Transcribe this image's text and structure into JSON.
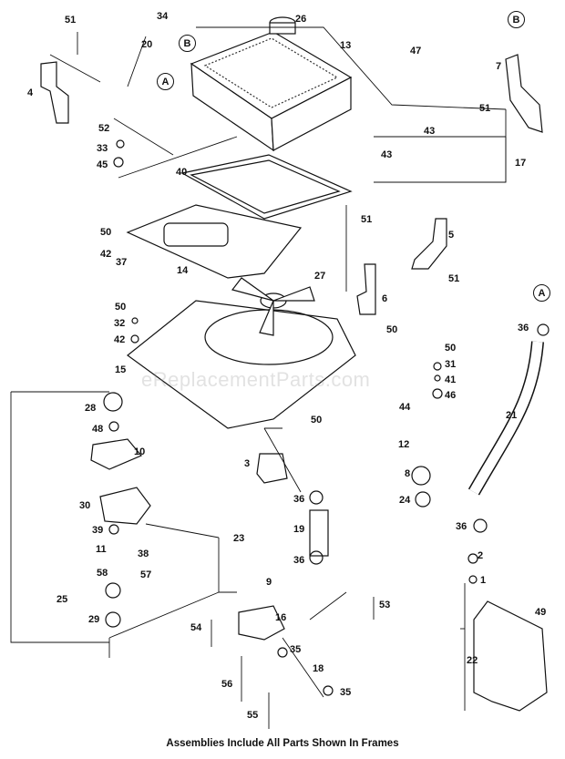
{
  "watermark": "eReplacementParts.com",
  "footer": "Assemblies Include All Parts Shown In Frames",
  "callouts": {
    "a1": "A",
    "a2": "A",
    "b1": "B",
    "b2": "B"
  },
  "parts": {
    "p51a": "51",
    "p34": "34",
    "p26": "26",
    "p20": "20",
    "p13": "13",
    "p47": "47",
    "p7": "7",
    "p4": "4",
    "p52": "52",
    "p51b": "51",
    "p33": "33",
    "p45": "45",
    "p43a": "43",
    "p43b": "43",
    "p17": "17",
    "p40": "40",
    "p51c": "51",
    "p50a": "50",
    "p42a": "42",
    "p37": "37",
    "p14": "14",
    "p5": "5",
    "p51d": "51",
    "p27": "27",
    "p6": "6",
    "p50b": "50",
    "p32": "32",
    "p42b": "42",
    "p50c": "50",
    "p36a": "36",
    "p15": "15",
    "p50d": "50",
    "p31": "31",
    "p41": "41",
    "p46": "46",
    "p28": "28",
    "p44": "44",
    "p21": "21",
    "p48": "48",
    "p50e": "50",
    "p10": "10",
    "p12": "12",
    "p3": "3",
    "p8": "8",
    "p36b": "36",
    "p24": "24",
    "p30": "30",
    "p23": "23",
    "p19": "19",
    "p36c": "36",
    "p39": "39",
    "p11": "11",
    "p38": "38",
    "p36d": "36",
    "p2": "2",
    "p58": "58",
    "p57": "57",
    "p1": "1",
    "p9": "9",
    "p25": "25",
    "p53": "53",
    "p49": "49",
    "p29": "29",
    "p16": "16",
    "p54": "54",
    "p35a": "35",
    "p18": "18",
    "p22": "22",
    "p56": "56",
    "p35b": "35",
    "p55": "55"
  }
}
